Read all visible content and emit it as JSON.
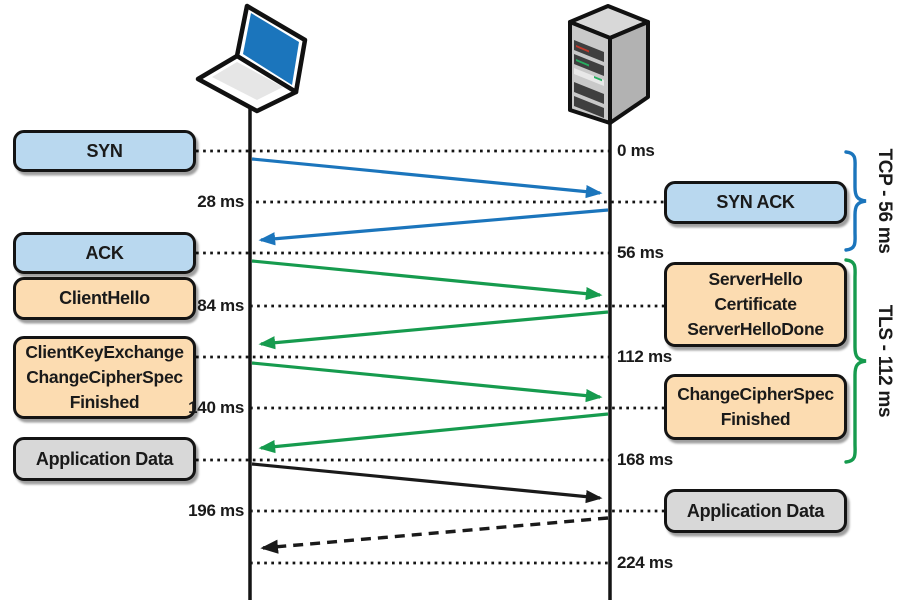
{
  "actors": {
    "client_icon": "laptop-icon",
    "server_icon": "server-icon"
  },
  "client_messages": {
    "syn": "SYN",
    "ack": "ACK",
    "client_hello": "ClientHello",
    "client_key_exchange": [
      "ClientKeyExchange",
      "ChangeCipherSpec",
      "Finished"
    ],
    "application_data": "Application Data"
  },
  "server_messages": {
    "syn_ack": "SYN ACK",
    "server_hello": [
      "ServerHello",
      "Certificate",
      "ServerHelloDone"
    ],
    "change_cipher_spec": [
      "ChangeCipherSpec",
      "Finished"
    ],
    "application_data": "Application Data"
  },
  "times": {
    "t0": "0 ms",
    "t28": "28 ms",
    "t56": "56 ms",
    "t84": "84 ms",
    "t112": "112 ms",
    "t140": "140 ms",
    "t168": "168 ms",
    "t196": "196 ms",
    "t224": "224 ms"
  },
  "braces": {
    "tcp": {
      "label": "TCP - 56 ms",
      "color": "#1b75bc"
    },
    "tls": {
      "label": "TLS - 112 ms",
      "color": "#169b4e"
    }
  },
  "colors": {
    "tcp_arrow": "#1b75bc",
    "tls_arrow": "#169b4e",
    "data_arrow": "#1a1a1a",
    "box_blue": "#b9d8ef",
    "box_orange": "#fcdcb1",
    "box_gray": "#d8d8d8",
    "laptop_screen": "#1b75bc",
    "server_gray": "#b2b2b2"
  }
}
